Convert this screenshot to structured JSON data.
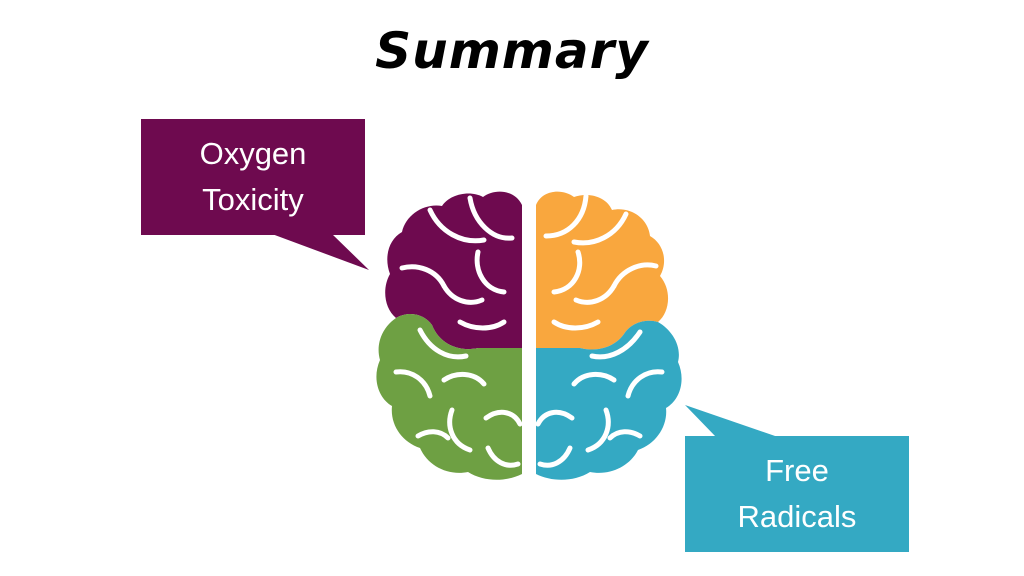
{
  "slide": {
    "title": "Summary"
  },
  "callouts": [
    {
      "text": "Oxygen\nToxicity",
      "color": "#6e0a4f"
    },
    {
      "text": "Free\nRadicals",
      "color": "#34a9c3"
    }
  ],
  "brain": {
    "quadrant_colors": {
      "top_left": "#6e0a4f",
      "top_right": "#f9a73e",
      "bottom_left": "#6ea043",
      "bottom_right": "#34a9c3"
    }
  }
}
